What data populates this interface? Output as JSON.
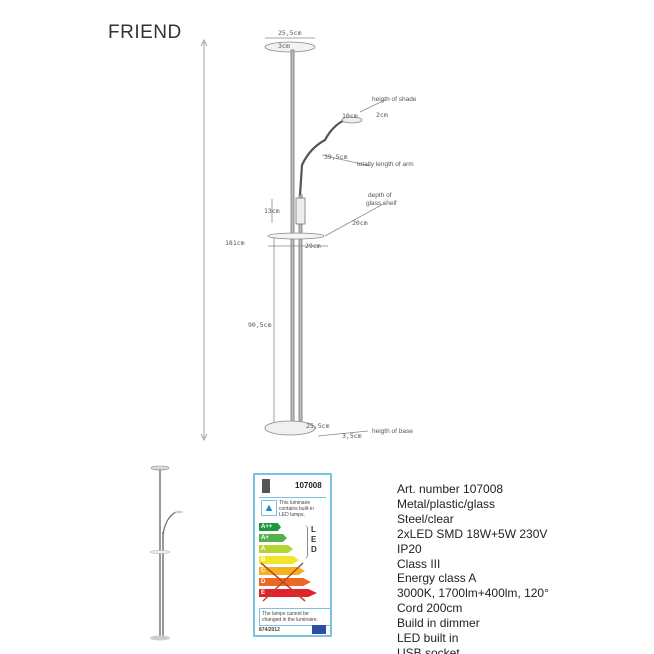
{
  "title": "FRIEND",
  "drawing": {
    "height_total": "181cm",
    "shade_diameter": "25,5cm",
    "shade_thickness": "3cm",
    "reading_shade": "10cm",
    "shade_height": "2cm",
    "shade_height_note": "heigth of shade",
    "arm_length": "39,5cm",
    "arm_note": "totally length of arm",
    "switch_height": "13cm",
    "shelf_note_1": "depth of",
    "shelf_note_2": "glass shelf",
    "shelf_depth": "20cm",
    "shelf_width": "29cm",
    "shelf_height": "90,5cm",
    "base_diameter": "25,5cm",
    "base_height": "3,5cm",
    "base_note": "heigth of base"
  },
  "energy_label": {
    "article": "107008",
    "info": "This luminaire contains built-in LED lamps.",
    "classes": [
      "A++",
      "A+",
      "A",
      "B",
      "C",
      "D",
      "E"
    ],
    "led": [
      "L",
      "E",
      "D"
    ],
    "footer_note": "The lamps cannot be changed in the luminaire.",
    "regulation": "874/2012",
    "colors": [
      "#1a9a3c",
      "#53b14a",
      "#b6d334",
      "#f2e52a",
      "#f4b222",
      "#ea6a24",
      "#e3212a"
    ]
  },
  "specs": [
    "Art. number 107008",
    "Metal/plastic/glass",
    "Steel/clear",
    "2xLED SMD 18W+5W 230V",
    "IP20",
    "Class III",
    "Energy class A",
    "3000K, 1700lm+400lm, 120°",
    "Cord 200cm",
    "Build in dimmer",
    "LED built in",
    "USB socket"
  ]
}
